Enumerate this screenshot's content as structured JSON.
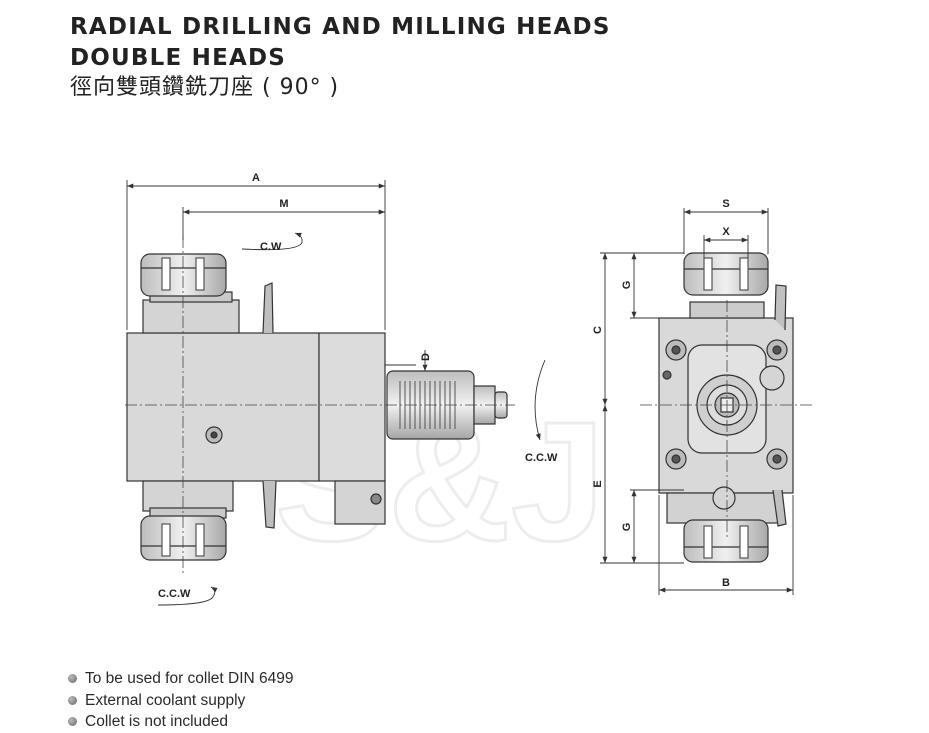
{
  "header": {
    "title_line1": "RADIAL DRILLING AND MILLING HEADS",
    "title_line2": "DOUBLE  HEADS",
    "title_chinese": "徑向雙頭鑽銑刀座 ( 90° )"
  },
  "dimensions": {
    "A": "A",
    "M": "M",
    "D": "D",
    "S": "S",
    "X": "X",
    "G_top": "G",
    "C": "C",
    "E": "E",
    "G_bottom": "G",
    "B": "B"
  },
  "rotation_labels": {
    "top_spindle": "C.W",
    "bottom_spindle": "C.C.W",
    "shank": "C.C.W"
  },
  "watermark": "S&J",
  "notes": [
    "To be used for collet DIN 6499",
    "External coolant supply",
    "Collet is not included"
  ],
  "colors": {
    "body_fill": "#d9d9d9",
    "outline": "#333333",
    "watermark": "#efefef"
  }
}
